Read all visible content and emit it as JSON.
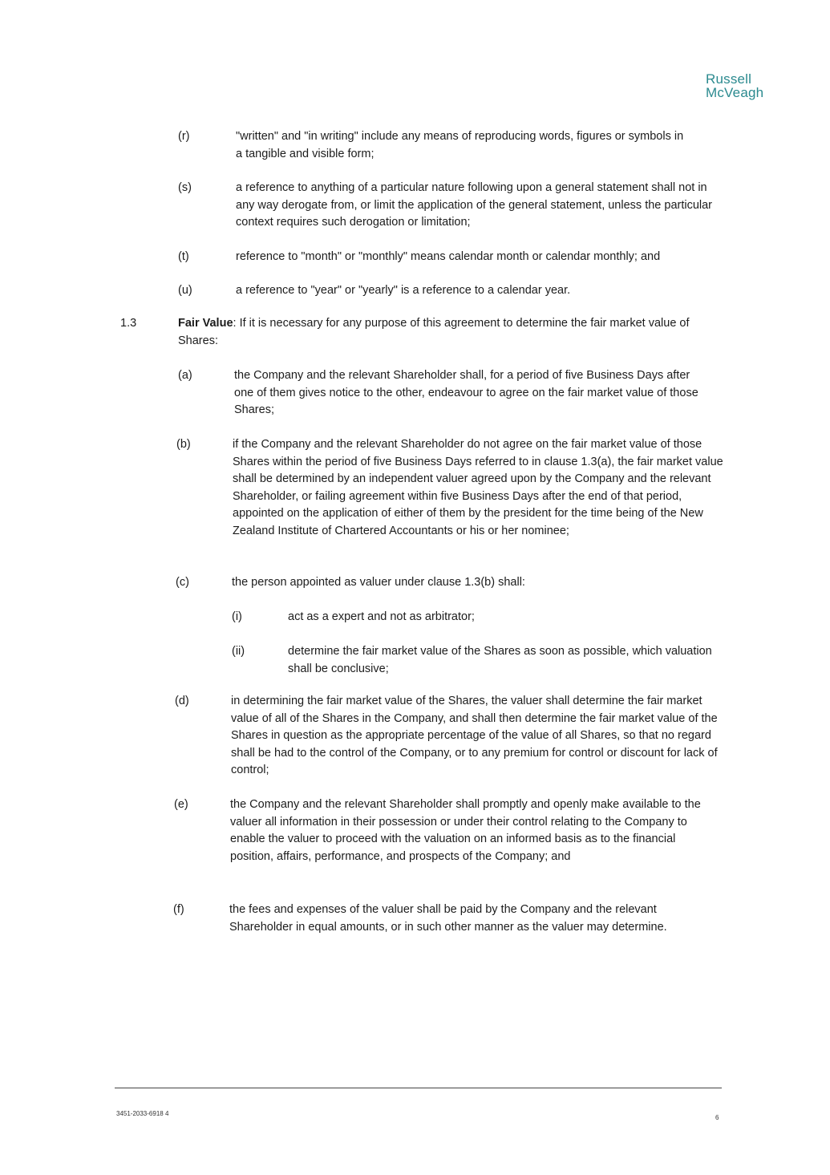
{
  "header": {
    "logo_line1": "Russell",
    "logo_line2": "McVeagh"
  },
  "clauses": {
    "r": {
      "label": "(r)",
      "text": "\"written\" and \"in writing\" include any means of reproducing words, figures or symbols in a tangible and visible form;"
    },
    "s": {
      "label": "(s)",
      "text": "a reference to anything of a particular nature following upon a general statement shall not in any way derogate from, or limit the application of the general statement, unless the particular context requires such derogation or limitation;"
    },
    "t": {
      "label": "(t)",
      "text": "reference to \"month\" or \"monthly\" means calendar month or calendar monthly; and"
    },
    "u": {
      "label": "(u)",
      "text": "a reference to \"year\" or \"yearly\" is a reference to a calendar year."
    }
  },
  "section": {
    "number": "1.3",
    "heading": "Fair Value",
    "intro": ":  If it is necessary for any purpose of this agreement to determine the fair market value of Shares:",
    "items": {
      "a": {
        "label": "(a)",
        "text": "the Company and the relevant Shareholder shall, for a period of five Business Days after one of them gives notice to the other, endeavour to agree on the fair market value of those Shares;"
      },
      "b": {
        "label": "(b)",
        "text": "if the Company and the relevant Shareholder do not agree on the fair market value of those Shares within the period of five Business Days referred to in clause 1.3(a), the fair market value shall be determined by an independent valuer agreed upon by the Company and the relevant Shareholder, or failing agreement within five Business Days after the end of that period, appointed on the application of either of them by the president for the time being of the New Zealand Institute of Chartered Accountants or his or her nominee;"
      },
      "c": {
        "label": "(c)",
        "text": "the person appointed as valuer under clause 1.3(b) shall:"
      },
      "c_i": {
        "label": "(i)",
        "text": "act as a expert and not as arbitrator;"
      },
      "c_ii": {
        "label": "(ii)",
        "text": "determine the fair market value of the Shares as soon as possible, which valuation shall be conclusive;"
      },
      "d": {
        "label": "(d)",
        "text": "in determining the fair market value of the Shares, the valuer shall determine the fair market value of all of the Shares in the Company, and shall then determine the fair market value of the Shares in question as the appropriate percentage of the value of all Shares, so that no regard shall be had to the control of the Company, or to any premium for control or discount for lack of control;"
      },
      "e": {
        "label": "(e)",
        "text": "the Company and the relevant Shareholder shall promptly and openly make available to the valuer all information in their possession or under their control relating to the Company to enable the valuer to proceed with the valuation on an informed basis as to the financial position, affairs, performance, and prospects of the Company; and"
      },
      "f": {
        "label": "(f)",
        "text": "the fees and expenses of the valuer shall be paid by the Company and the relevant Shareholder in equal amounts, or in such other manner as the valuer may determine."
      }
    }
  },
  "footer": {
    "doc_ref": "3451-2033-6918 4",
    "page_number": "6"
  }
}
